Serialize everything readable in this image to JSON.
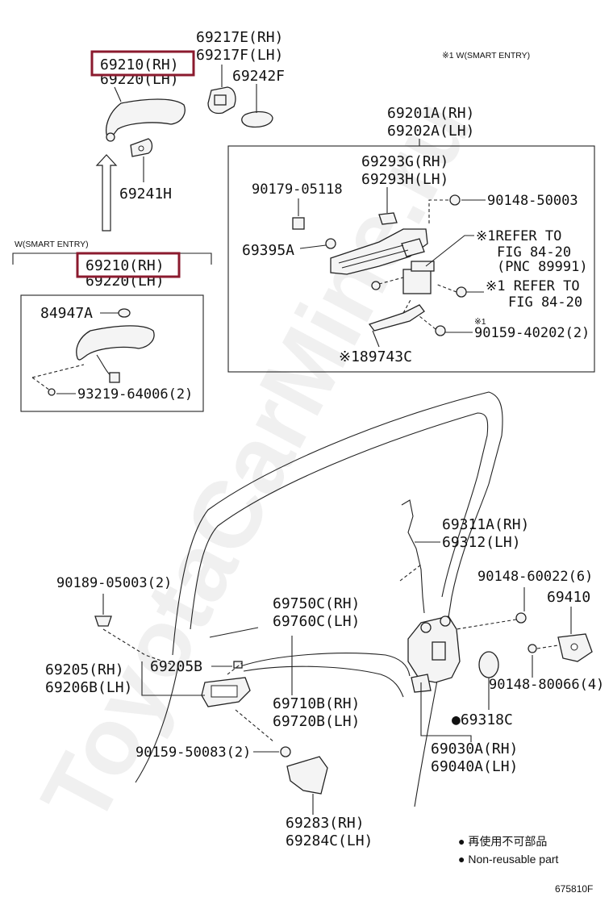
{
  "watermark": "ToyotaCarMine.ru",
  "smart_entry_note": "※1 W(SMART ENTRY)",
  "smart_entry_label": "W(SMART ENTRY)",
  "labels": {
    "p69217e": "69217E(RH)",
    "p69217f": "69217F(LH)",
    "p69242f": "69242F",
    "p69210_top": "69210(RH)",
    "p69220_top": "69220(LH)",
    "p69241h": "69241H",
    "p69210_box": "69210(RH)",
    "p69220_box": "69220(LH)",
    "p84947a": "84947A",
    "p93219": "93219-64006(2)",
    "p69201a": "69201A(RH)",
    "p69202a": "69202A(LH)",
    "p69293g": "69293G(RH)",
    "p69293h": "69293H(LH)",
    "p90179": "90179-05118",
    "p90148_50003": "90148-50003",
    "p69395a": "69395A",
    "refer1_a": "※1REFER TO",
    "refer1_b": "FIG 84-20",
    "refer1_c": "(PNC 89991)",
    "refer2_a": "※1 REFER TO",
    "refer2_b": "FIG 84-20",
    "mark1": "※1",
    "p90159_40202": "90159-40202(2)",
    "p89743c": "※189743C",
    "p69311a": "69311A(RH)",
    "p69312": "69312(LH)",
    "p90189": "90189-05003(2)",
    "p90148_60022": "90148-60022(6)",
    "p69410": "69410",
    "p69750c": "69750C(RH)",
    "p69760c": "69760C(LH)",
    "p69205": "69205(RH)",
    "p69206b": "69206B(LH)",
    "p69205b": "69205B",
    "p90148_80066": "90148-80066(4)",
    "p69710b": "69710B(RH)",
    "p69720b": "69720B(LH)",
    "p69318c": "●69318C",
    "p90159_50083": "90159-50083(2)",
    "p69030a": "69030A(RH)",
    "p69040a": "69040A(LH)",
    "p69283": "69283(RH)",
    "p69284c": "69284C(LH)"
  },
  "legend": {
    "line1": "● 再使用不可部品",
    "line2": "● Non-reusable part"
  },
  "figure_code": "675810F",
  "colors": {
    "highlight": "#8b1a2e"
  }
}
